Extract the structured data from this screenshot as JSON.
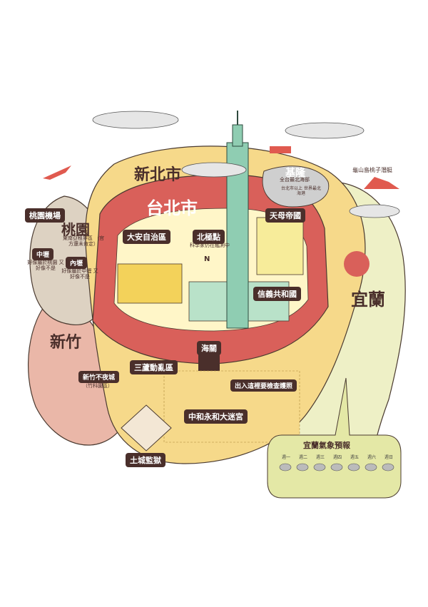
{
  "regions": {
    "new_taipei": "新北市",
    "taipei": "台北市",
    "taoyuan": "桃園",
    "hsinchu": "新竹",
    "yilan": "宜蘭",
    "keelung": "基隆"
  },
  "labels": {
    "taoyuan_airport": "桃園機場",
    "daan": "大安自治區",
    "north_pole": "北極點",
    "north_pole_note": "科學家仍在鑑測中",
    "tianmu": "天母帝國",
    "xinyi": "信義共和國",
    "customs": "海關",
    "sanlu": "三蘆動亂區",
    "entry_note": "出入這裡要檢查護照",
    "zhonghe": "中和永和大迷宮",
    "tucheng": "土城監獄",
    "hsinchu_city": "新竹不夜城",
    "hsinchu_sci": "（竹科園區）",
    "zhongli": "中壢",
    "zhongli_note": "好像屬於桃園 又好像不是",
    "neili": "內壢",
    "neili_note": "好像屬於中壢 又好像不是",
    "keelung_note": "全台最北海部",
    "keelung_sub": "台北市以上 世界最北海港",
    "guishan": "龜山島桃子潛艇",
    "taoyuan_note": "東南亞租界區 （官方還未肯定）",
    "north_mark": "N"
  },
  "weather": {
    "title": "宜蘭氣象預報",
    "days": [
      "週一",
      "週二",
      "週三",
      "週四",
      "週五",
      "週六",
      "週日"
    ]
  },
  "colors": {
    "taipei": "#d9605a",
    "new_taipei": "#f6d98a",
    "taoyuan": "#ddd2c2",
    "hsinchu": "#eab7a8",
    "yilan": "#eef0c6",
    "label_bg": "#4a2f2b",
    "tower": "#8fcdb2"
  }
}
